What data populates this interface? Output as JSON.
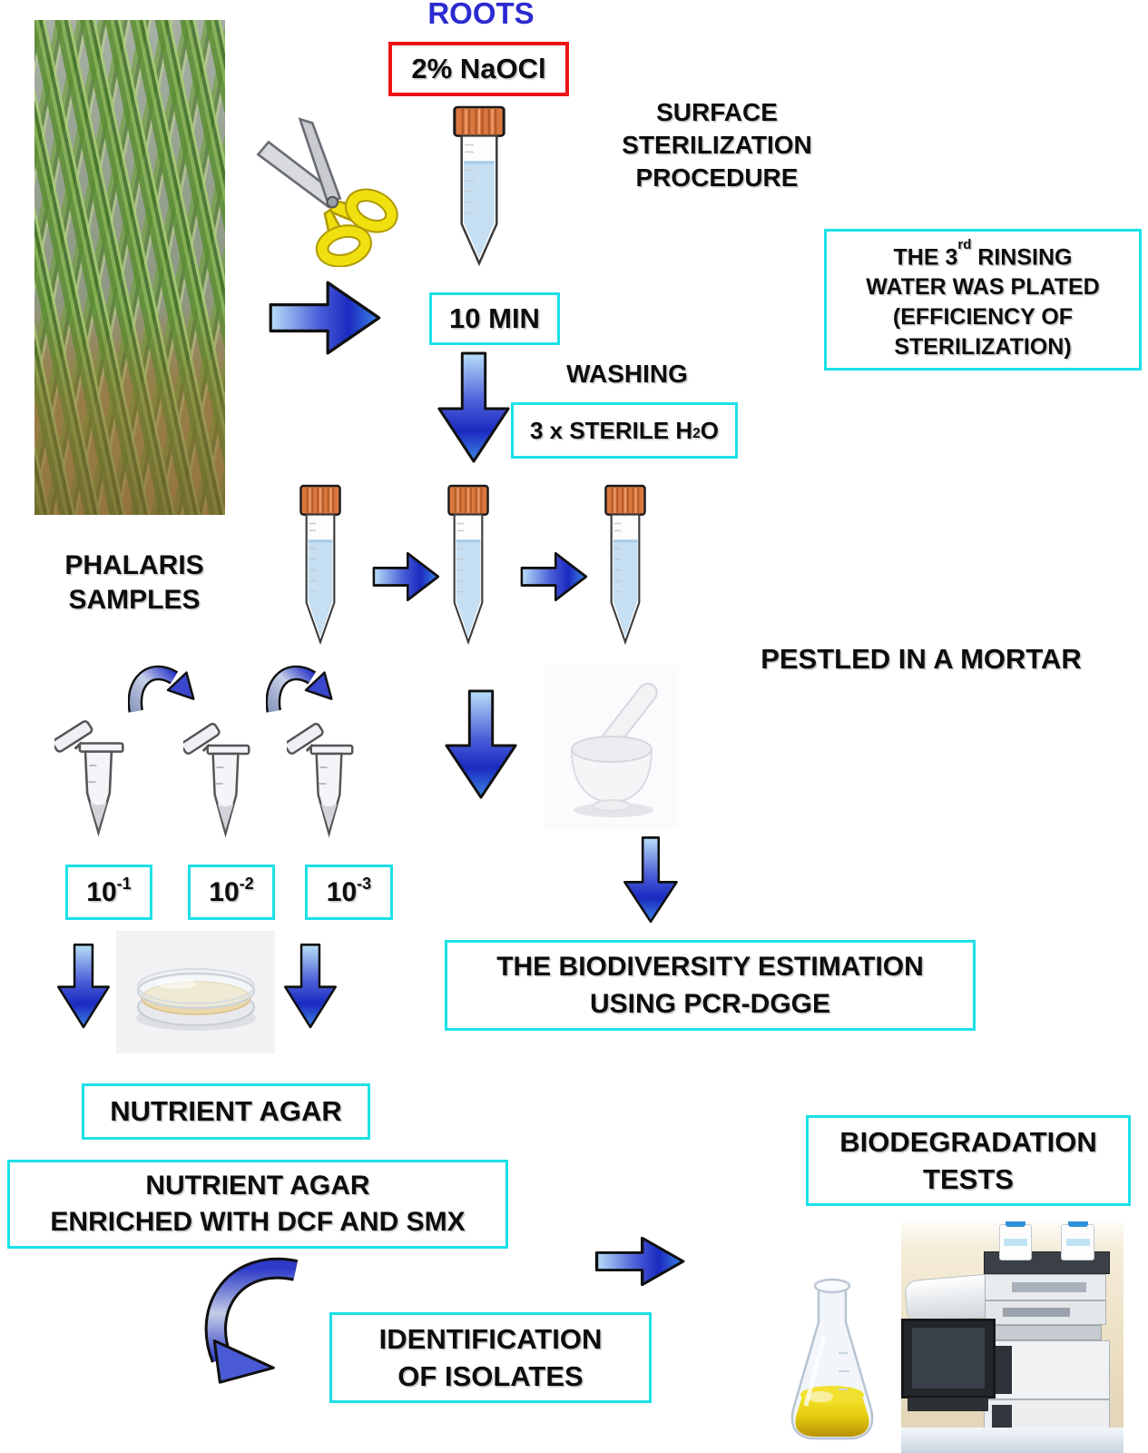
{
  "colors": {
    "accent_cyan": "#1ce0e8",
    "accent_red": "#ee1414",
    "roots_blue": "#2b2bd0",
    "arrow_dark_blue": "#1b2ac0",
    "arrow_light_blue": "#b8dff8",
    "arrow_mid_blue": "#3c86e6",
    "cap_orange": "#d9773f",
    "liquid_blue": "#c6dff2",
    "agar_cream": "#ead8ab",
    "flask_yellow": "#e6cf10"
  },
  "roots": "ROOTS",
  "naocl": "2% NaOCl",
  "surface": {
    "lines": [
      "SURFACE",
      "STERILIZATION",
      "PROCEDURE"
    ]
  },
  "min10": "10 MIN",
  "rinsing": {
    "l1a": "THE 3",
    "l1sup": "rd",
    "l1b": " RINSING",
    "l2": "WATER WAS PLATED",
    "l3": "(EFFICIENCY OF",
    "l4": "STERILIZATION)"
  },
  "washing": "WASHING",
  "sterile": {
    "pre": "3 x STERILE H",
    "sub": "2",
    "post": "O"
  },
  "phalaris": {
    "lines": [
      "PHALARIS",
      "SAMPLES"
    ]
  },
  "pestled": "PESTLED IN A MORTAR",
  "dilutions": [
    {
      "base": "10",
      "sup": "-1"
    },
    {
      "base": "10",
      "sup": "-2"
    },
    {
      "base": "10",
      "sup": "-3"
    }
  ],
  "biodiversity": {
    "lines": [
      "THE BIODIVERSITY ESTIMATION",
      "USING PCR-DGGE"
    ]
  },
  "nutrient_agar": "NUTRIENT AGAR",
  "enriched": {
    "lines": [
      "NUTRIENT AGAR",
      "ENRICHED WITH DCF AND SMX"
    ]
  },
  "identification": {
    "lines": [
      "IDENTIFICATION",
      "OF ISOLATES"
    ]
  },
  "biodegradation": {
    "lines": [
      "BIODEGRADATION",
      "TESTS"
    ]
  },
  "icons": {
    "scissors": "scissors-icon",
    "falcon_tube": "falcon-tube-icon",
    "microtube": "microcentrifuge-tube-icon",
    "flow_arrow": "flow-arrow-icon",
    "transfer_arrow": "curved-transfer-arrow-icon",
    "mortar": "mortar-and-pestle-image",
    "petri": "petri-dish-image",
    "flask": "erlenmeyer-flask-image",
    "hplc": "hplc-instrument-image",
    "plant": "phalaris-plant-photo"
  }
}
